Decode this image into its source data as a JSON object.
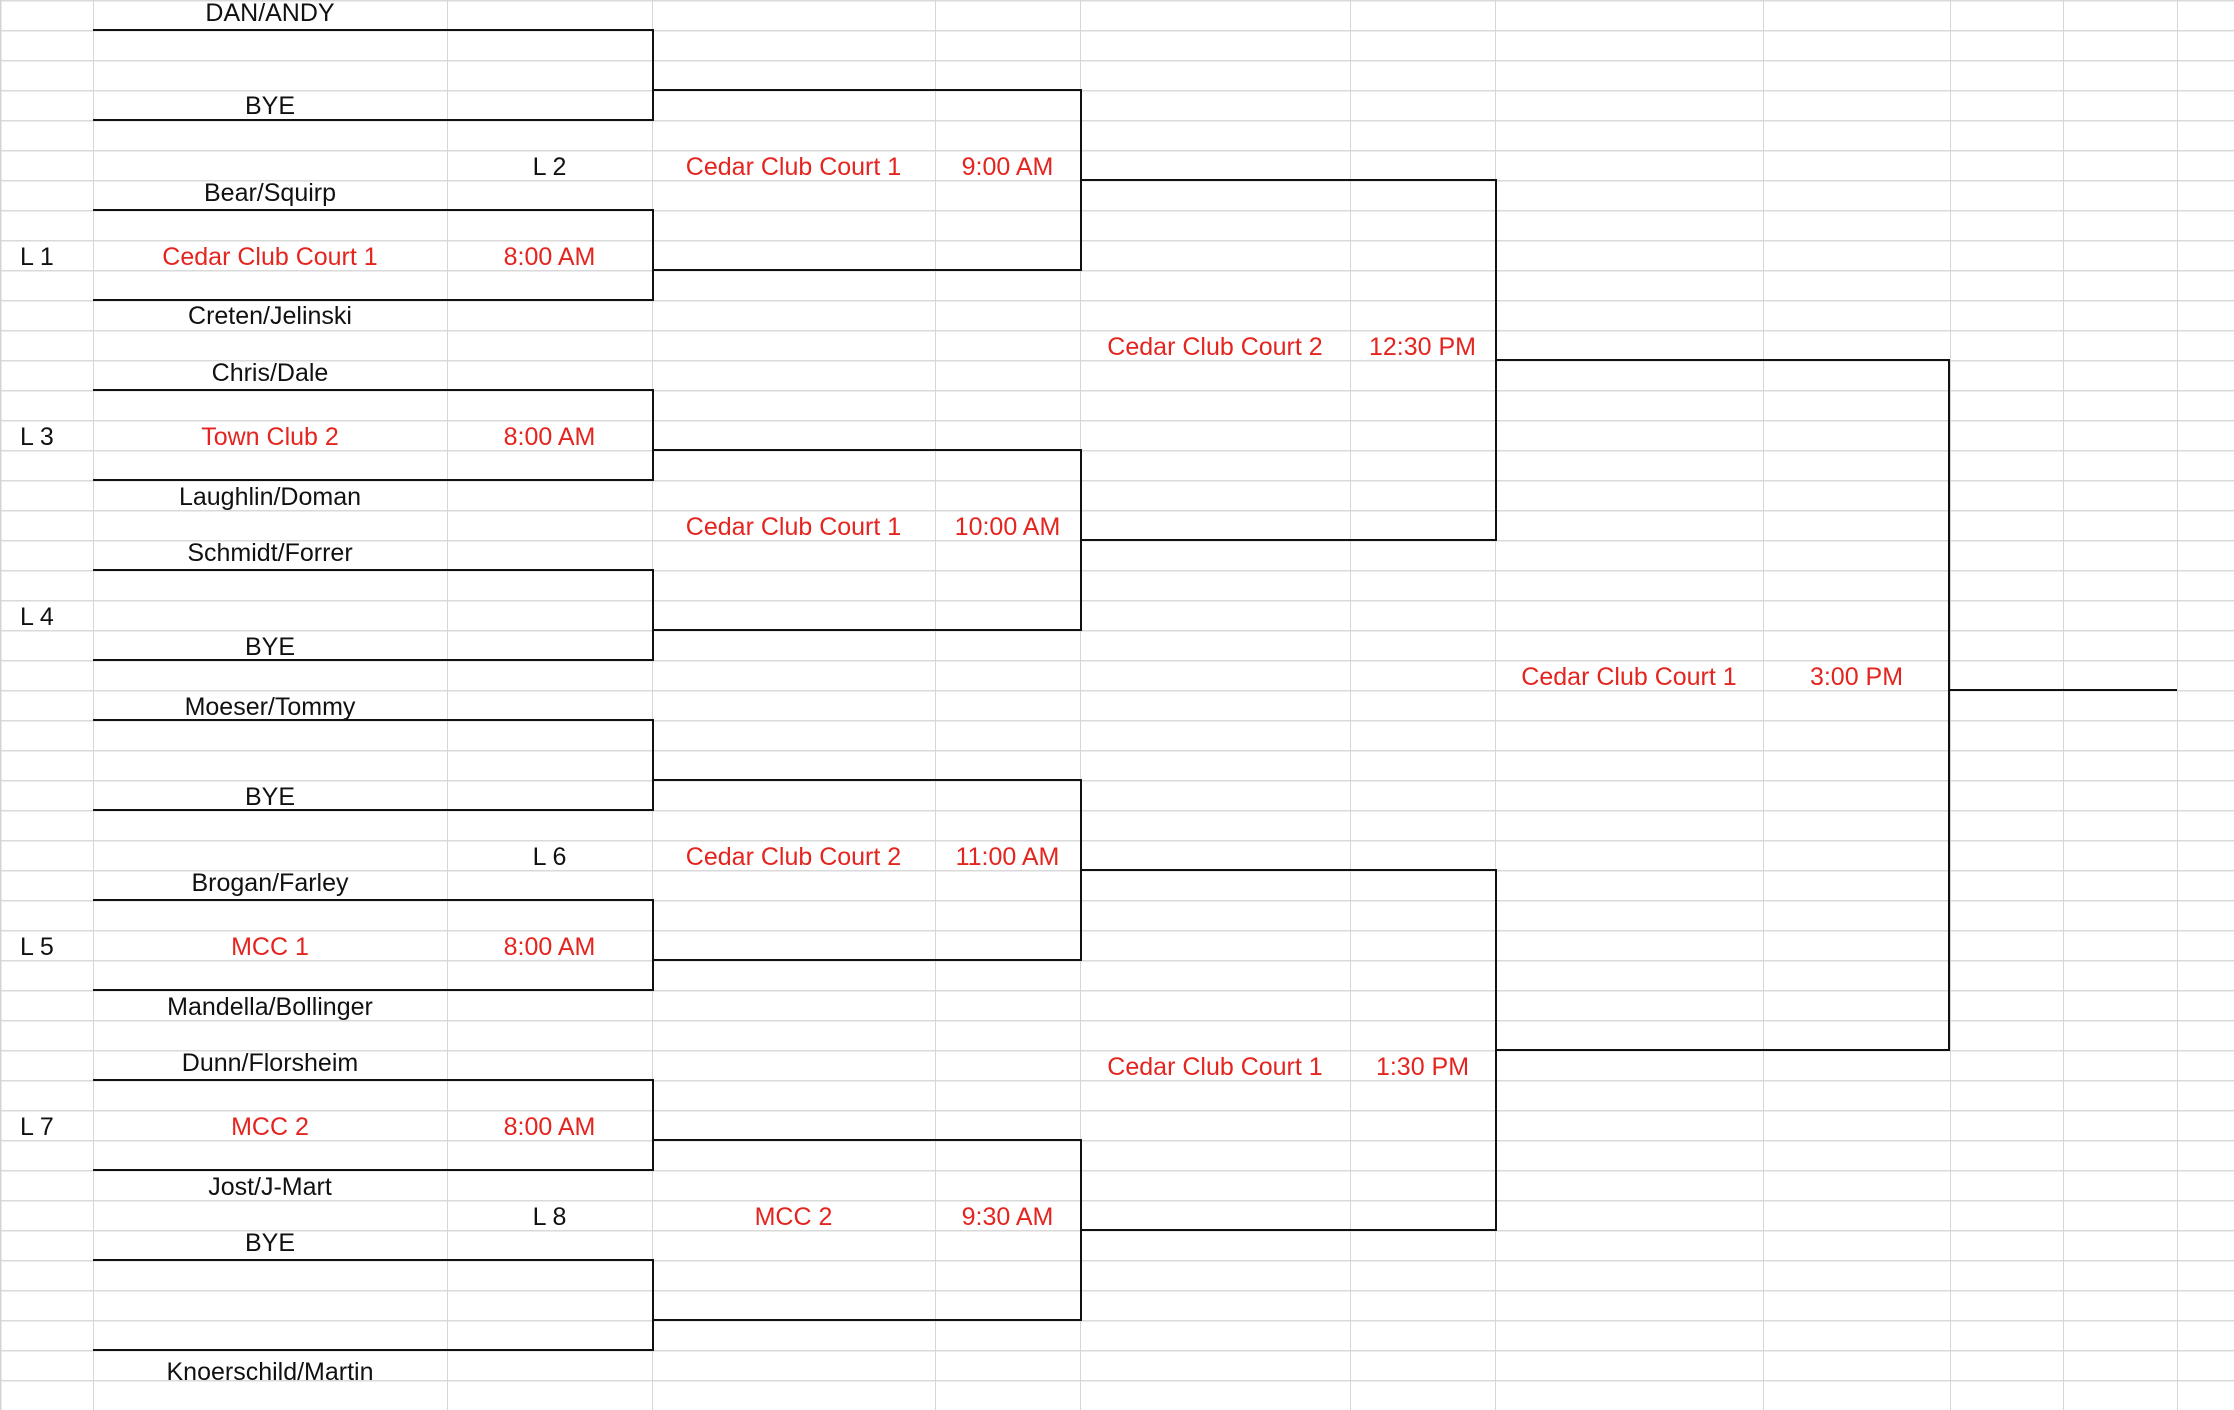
{
  "bracket": {
    "round1": {
      "teams": [
        "DAN/ANDY",
        "BYE",
        "Bear/Squirp",
        "Creten/Jelinski",
        "Chris/Dale",
        "Laughlin/Doman",
        "Schmidt/Forrer",
        "BYE",
        "Moeser/Tommy",
        "BYE",
        "Brogan/Farley",
        "Mandella/Bollinger",
        "Dunn/Florsheim",
        "Jost/J-Mart",
        "BYE",
        "Knoerschild/Martin"
      ],
      "match_labels": [
        "L 1",
        "L 3",
        "L 4",
        "L 5",
        "L 7"
      ],
      "courts": [
        "Cedar Club Court 1",
        "Town Club 2",
        "MCC 1",
        "MCC 2"
      ],
      "times": [
        "8:00 AM",
        "8:00 AM",
        "8:00 AM",
        "8:00 AM"
      ]
    },
    "round2": {
      "match_labels": [
        "L 2",
        "L 6",
        "L 8"
      ],
      "courts": [
        "Cedar Club Court 1",
        "Cedar Club Court 1",
        "Cedar Club Court 2",
        "MCC 2"
      ],
      "times": [
        "9:00 AM",
        "10:00 AM",
        "11:00 AM",
        "9:30 AM"
      ]
    },
    "semifinals": {
      "courts": [
        "Cedar Club Court 2",
        "Cedar Club Court 1"
      ],
      "times": [
        "12:30 PM",
        "1:30 PM"
      ]
    },
    "final": {
      "court": "Cedar Club Court 1",
      "time": "3:00 PM"
    }
  },
  "colors": {
    "schedule_text": "#e4251f",
    "team_text": "#111111",
    "grid": "#d6d6d6",
    "bracket_line": "#111111"
  }
}
